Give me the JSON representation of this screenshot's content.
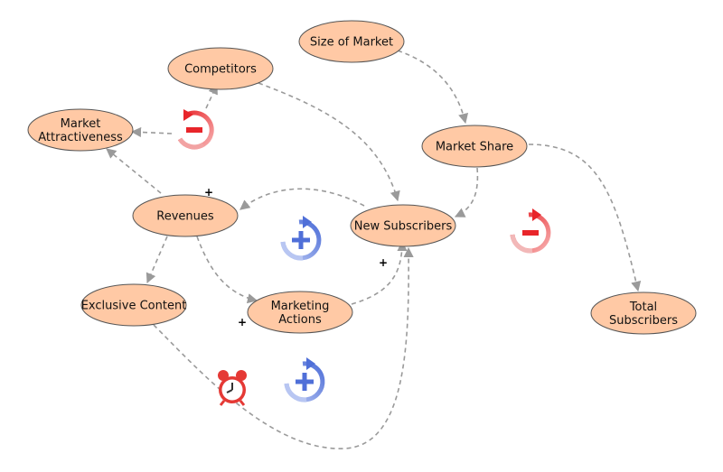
{
  "diagram": {
    "nodes": {
      "size_of_market": {
        "lines": [
          "Size of Market"
        ]
      },
      "competitors": {
        "lines": [
          "Competitors"
        ]
      },
      "market_attractiveness": {
        "lines": [
          "Market",
          "Attractiveness"
        ]
      },
      "market_share": {
        "lines": [
          "Market Share"
        ]
      },
      "revenues": {
        "lines": [
          "Revenues"
        ]
      },
      "new_subscribers": {
        "lines": [
          "New Subscribers"
        ]
      },
      "exclusive_content": {
        "lines": [
          "Exclusive Content"
        ]
      },
      "marketing_actions": {
        "lines": [
          "Marketing",
          "Actions"
        ]
      },
      "total_subscribers": {
        "lines": [
          "Total",
          "Subscribers"
        ]
      }
    },
    "polarity_marks": [
      "+",
      "+",
      "+"
    ],
    "loop_badges": [
      "balancing",
      "reinforcing",
      "balancing",
      "reinforcing"
    ],
    "colors": {
      "node_fill": "#ffc9a5",
      "edge": "#9a9a9a",
      "balancing": "#e8252a",
      "reinforcing": "#4f6fd8",
      "clock": "#e53935"
    },
    "icons": [
      "balancing-loop-icon",
      "reinforcing-loop-icon",
      "alarm-clock-icon"
    ]
  }
}
